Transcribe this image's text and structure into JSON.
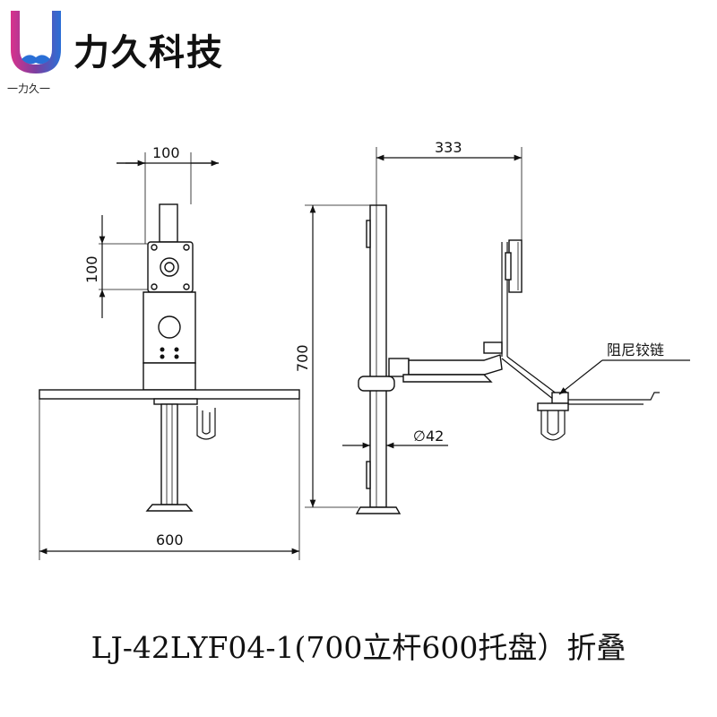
{
  "brand": {
    "name": "力久科技",
    "sub": "一力久一"
  },
  "labels": {
    "dim_100_top": "100",
    "dim_100_side": "100",
    "dim_600": "600",
    "dim_700": "700",
    "dim_333": "333",
    "dim_42": "∅42",
    "hinge": "阻尼铰链"
  },
  "caption": "LJ-42LYF04-1(700立杆600托盘）折叠",
  "colors": {
    "line": "#111111",
    "logo_purple": "#7b3fa0",
    "logo_blue": "#2a6fd6",
    "logo_pink": "#d8328c"
  }
}
